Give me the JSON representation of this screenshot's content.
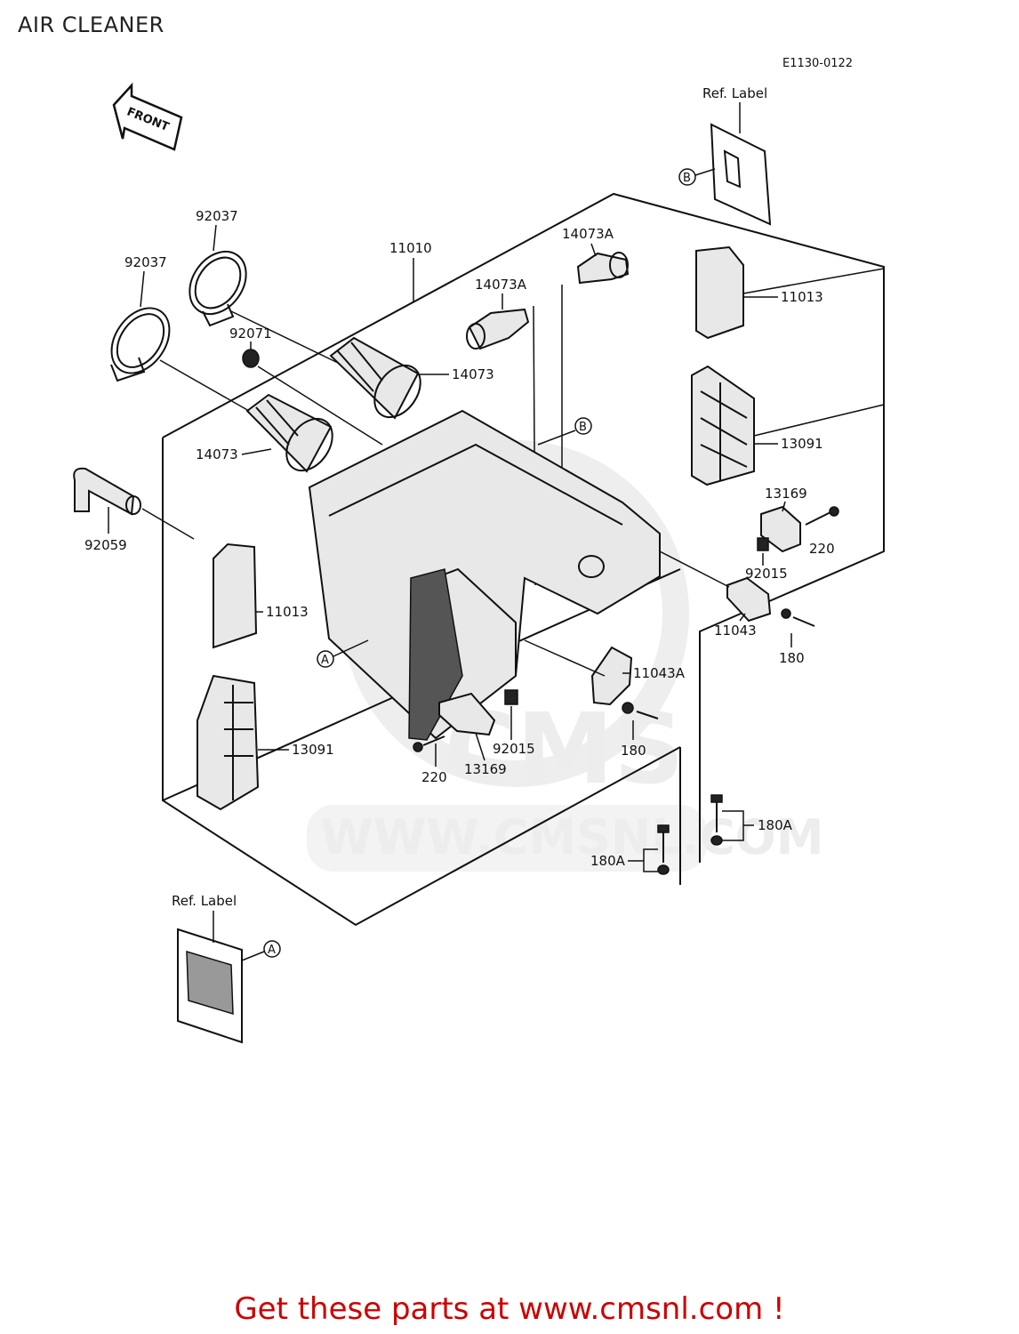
{
  "header": {
    "title": "AIR CLEANER"
  },
  "diagram": {
    "code": "E1130-0122",
    "front_arrow": "FRONT",
    "watermark": {
      "site": "WWW.CMSNL.COM",
      "brand": "CMS"
    },
    "ref_labels": {
      "top": "Ref. Label",
      "bottom": "Ref. Label"
    },
    "markers": {
      "a": "A",
      "b": "B"
    },
    "callouts": {
      "p92037_top": "92037",
      "p92037_left": "92037",
      "p11010": "11010",
      "p14073A_top": "14073A",
      "p14073A_mid": "14073A",
      "p11013_right": "11013",
      "p92071": "92071",
      "p14073_right": "14073",
      "p14073_left": "14073",
      "p13091_right": "13091",
      "p13169_right": "13169",
      "p92059": "92059",
      "p220_right": "220",
      "p92015_right": "92015",
      "p11013_left": "11013",
      "p11043": "11043",
      "p180_right": "180",
      "p11043A": "11043A",
      "p13091_left": "13091",
      "p92015_bottom": "92015",
      "p180_bottom": "180",
      "p220_bottom": "220",
      "p13169_bottom": "13169",
      "p180A_right": "180A",
      "p180A_bottom": "180A"
    }
  },
  "footer": {
    "promo_text": "Get these parts at www.cmsnl.com !"
  }
}
